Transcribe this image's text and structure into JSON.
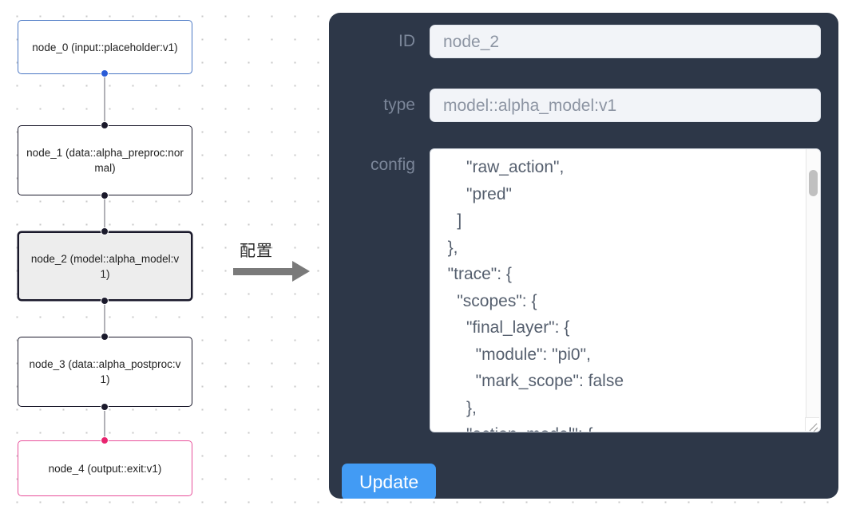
{
  "graph": {
    "nodes": [
      {
        "id": "node_0",
        "label": "node_0\n(input::placeholder:v1)",
        "kind": "input",
        "handle_color": "#2a5cd7"
      },
      {
        "id": "node_1",
        "label": "node_1\n(data::alpha_preproc:normal)",
        "kind": "default",
        "handle_color": "#1a192b"
      },
      {
        "id": "node_2",
        "label": "node_2\n(model::alpha_model:v1)",
        "kind": "selected",
        "handle_color": "#1a192b"
      },
      {
        "id": "node_3",
        "label": "node_3\n(data::alpha_postproc:v1)",
        "kind": "default",
        "handle_color": "#1a192b"
      },
      {
        "id": "node_4",
        "label": "node_4\n(output::exit:v1)",
        "kind": "output",
        "handle_color": "#e8246f"
      }
    ],
    "edges": [
      {
        "from": "node_0",
        "to": "node_1"
      },
      {
        "from": "node_1",
        "to": "node_2"
      },
      {
        "from": "node_2",
        "to": "node_3"
      },
      {
        "from": "node_3",
        "to": "node_4"
      }
    ]
  },
  "arrow": {
    "label": "配置"
  },
  "panel": {
    "id_label": "ID",
    "id_value": "node_2",
    "id_placeholder": "node_2",
    "type_label": "type",
    "type_value": "model::alpha_model:v1",
    "type_placeholder": "model::alpha_model:v1",
    "config_label": "config",
    "config_value": "      \"raw_action\",\n      \"pred\"\n    ]\n  },\n  \"trace\": {\n    \"scopes\": {\n      \"final_layer\": {\n        \"module\": \"pi0\",\n        \"mark_scope\": false\n      },\n      \"action_model\": {",
    "update_label": "Update"
  },
  "colors": {
    "panel_background": "#2d3748",
    "panel_label": "#7b8699",
    "input_background": "#f2f4f8",
    "input_text": "#8d95a3",
    "accent_button": "#429bf4",
    "node_border": "#1a192b",
    "input_node_border": "#4a77c4",
    "output_node_border": "#e8509b",
    "selected_node_fill": "#ededed",
    "edge": "#b1b1b7",
    "arrow": "#7a7a7a",
    "canvas_dot": "#c8c8c8"
  }
}
